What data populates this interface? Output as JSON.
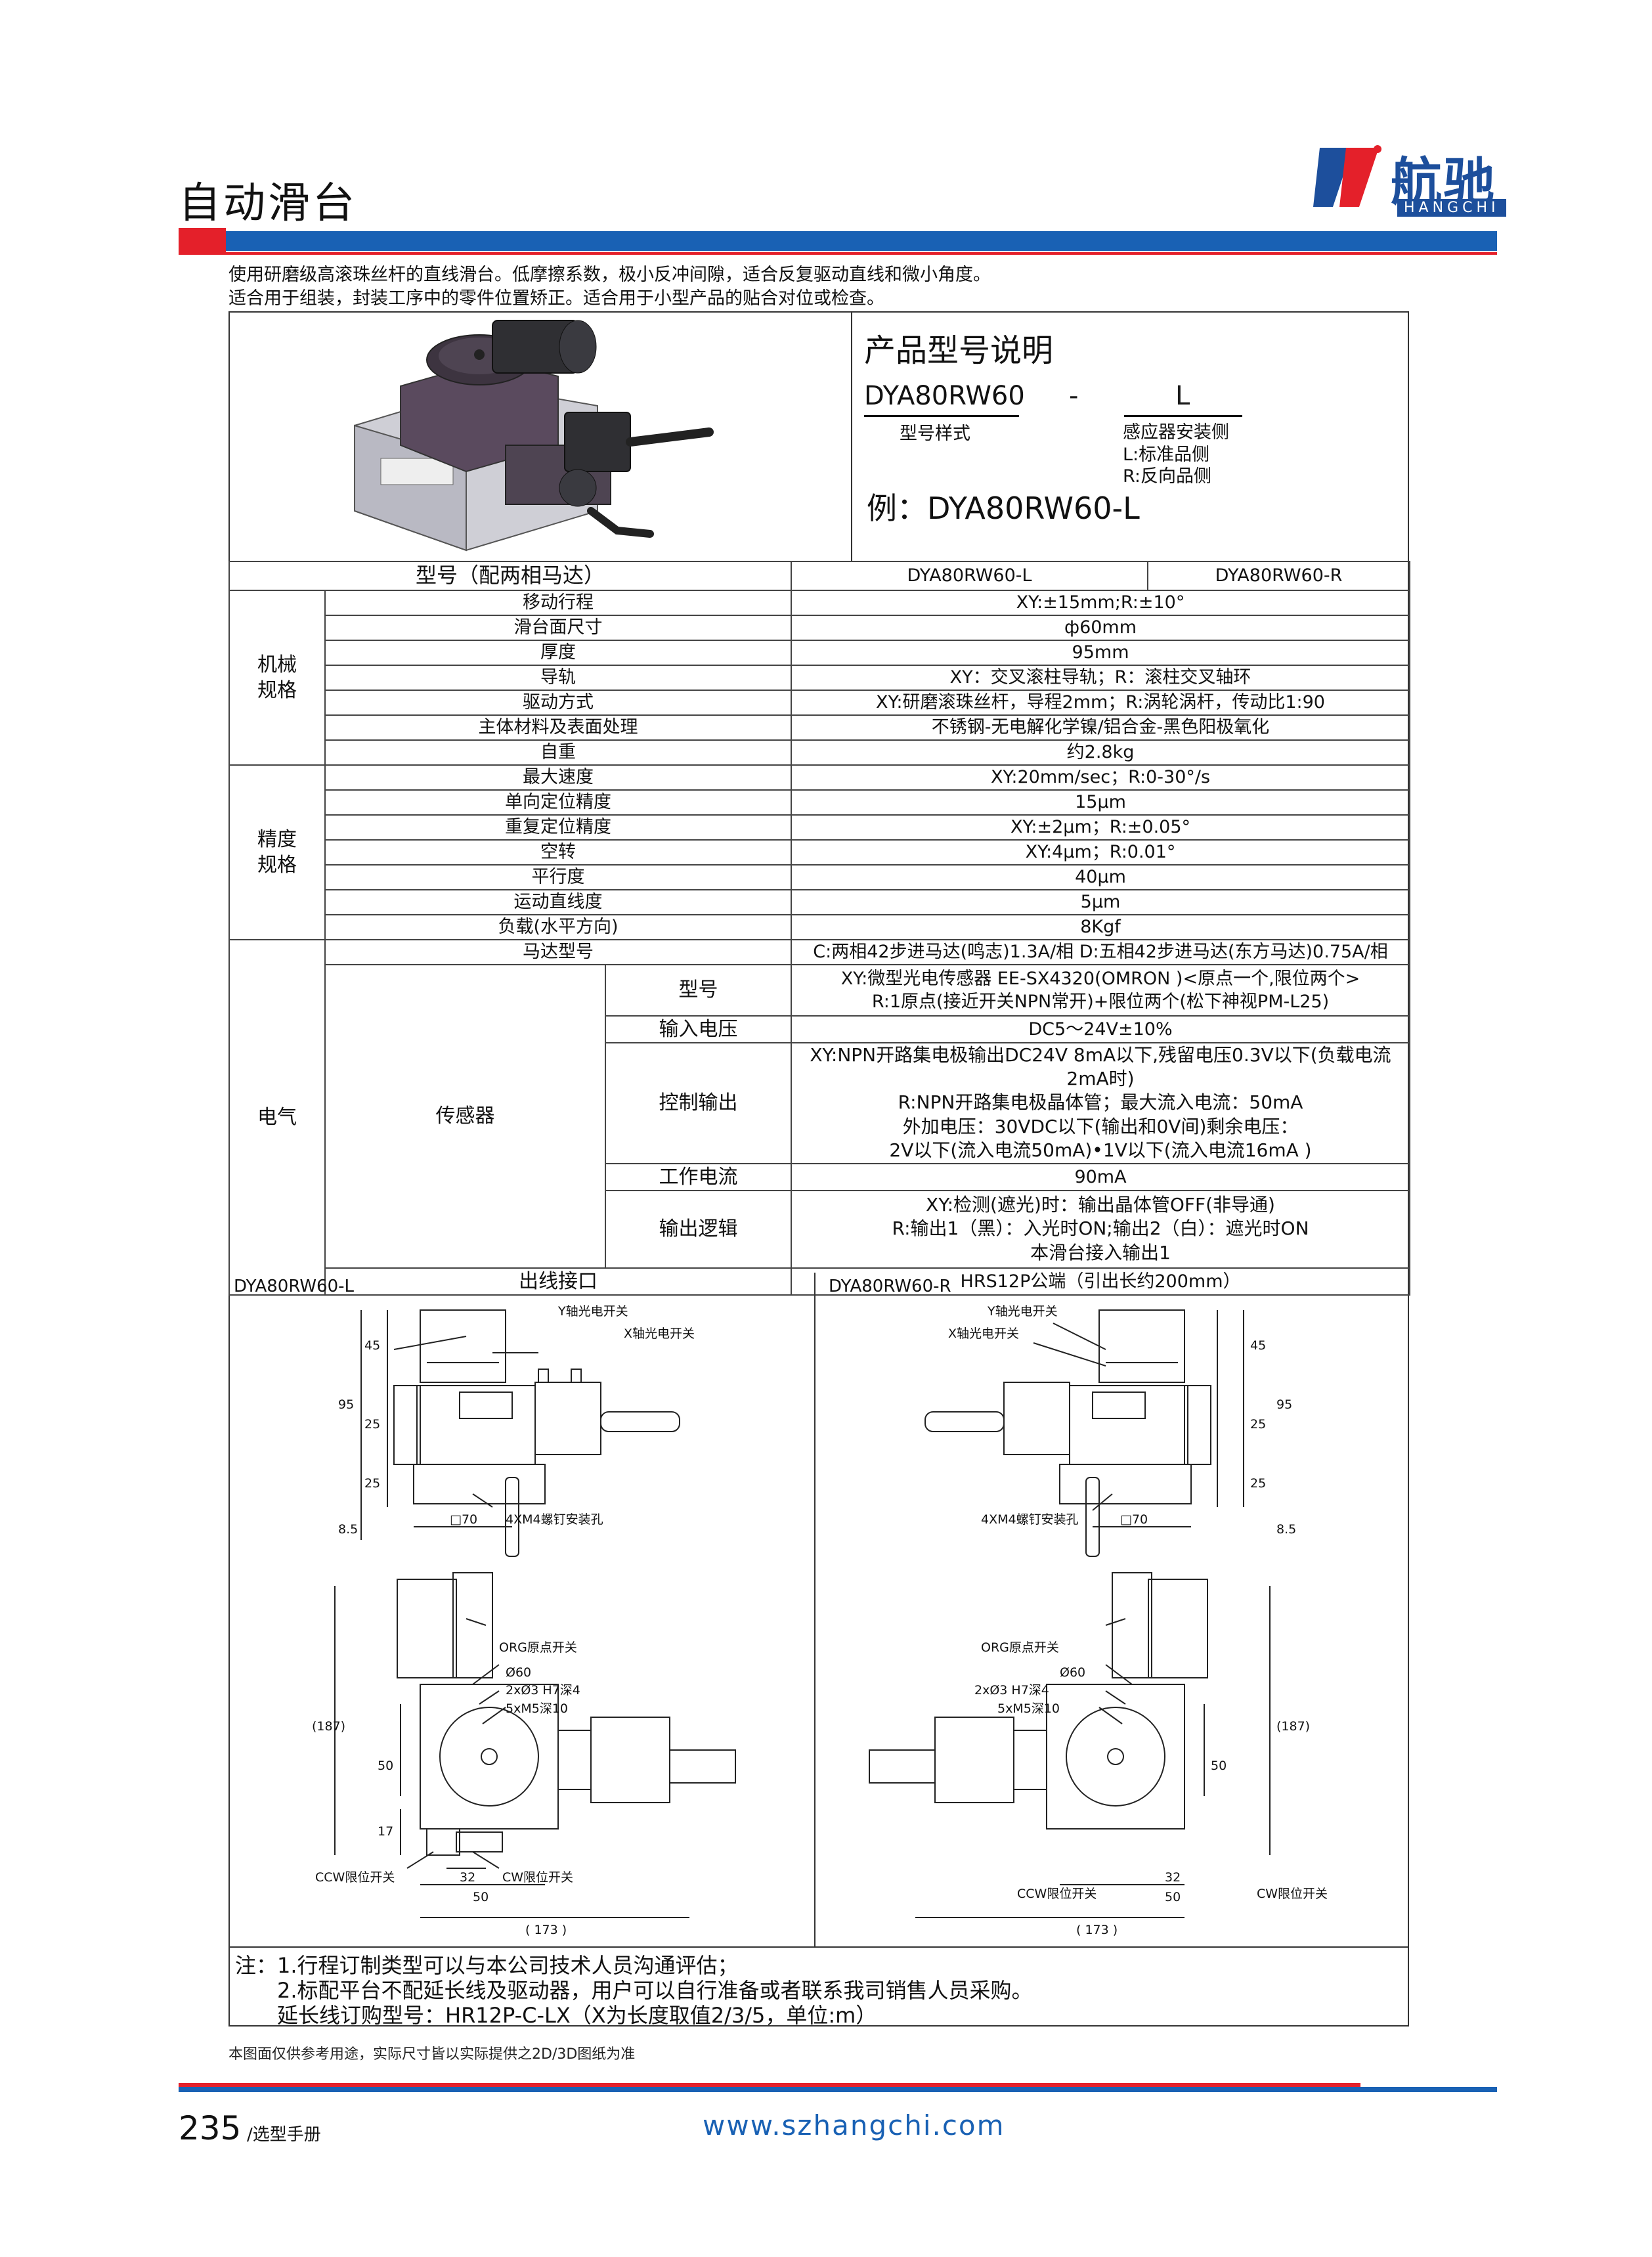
{
  "header": {
    "title": "自动滑台",
    "logo_text": "航驰",
    "logo_sub": "HANGCHI"
  },
  "intro": {
    "line1": "使用研磨级高滚珠丝杆的直线滑台。低摩擦系数，极小反冲间隙，适合反复驱动直线和微小角度。",
    "line2": "适合用于组装，封装工序中的零件位置矫正。适合用于小型产品的贴合对位或检查。"
  },
  "model_info": {
    "title": "产品型号说明",
    "code": "DYA80RW60",
    "dash": "-",
    "suffix": "L",
    "code_caption": "型号样式",
    "suffix_caption": "感应器安装侧",
    "option_l": "L:标准品侧",
    "option_r": "R:反向品侧",
    "example": "例：DYA80RW60-L"
  },
  "spec_table": {
    "header_label": "型号（配两相马达）",
    "col_l": "DYA80RW60-L",
    "col_r": "DYA80RW60-R",
    "mech_group": "机械\n规格",
    "mech_rows": [
      {
        "label": "移动行程",
        "value": "XY:±15mm;R:±10°"
      },
      {
        "label": "滑台面尺寸",
        "value": "ф60mm"
      },
      {
        "label": "厚度",
        "value": "95mm"
      },
      {
        "label": "导轨",
        "value": "XY：交叉滚柱导轨；R：滚柱交叉轴环"
      },
      {
        "label": "驱动方式",
        "value": "XY:研磨滚珠丝杆，导程2mm；R:涡轮涡杆，传动比1:90"
      },
      {
        "label": "主体材料及表面处理",
        "value": "不锈钢-无电解化学镍/铝合金-黑色阳极氧化"
      },
      {
        "label": "自重",
        "value": "约2.8kg"
      }
    ],
    "prec_group": "精度\n规格",
    "prec_rows": [
      {
        "label": "最大速度",
        "value": "XY:20mm/sec；R:0-30°/s"
      },
      {
        "label": "单向定位精度",
        "value": "15μm"
      },
      {
        "label": "重复定位精度",
        "value": "XY:±2μm；R:±0.05°"
      },
      {
        "label": "空转",
        "value": "XY:4μm；R:0.01°"
      },
      {
        "label": "平行度",
        "value": "40μm"
      },
      {
        "label": "运动直线度",
        "value": "5μm"
      },
      {
        "label": "负载(水平方向)",
        "value": "8Kgf"
      }
    ],
    "elec_group": "电气",
    "motor_label": "马达型号",
    "motor_value": "C:两相42步进马达(鸣志)1.3A/相 D:五相42步进马达(东方马达)0.75A/相",
    "sensor_group": "传感器",
    "sensor_rows": [
      {
        "label": "型号",
        "lines": [
          "XY:微型光电传感器  EE-SX4320(OMRON )<原点一个,限位两个>",
          "R:1原点(接近开关NPN常开)+限位两个(松下神视PM-L25)"
        ]
      },
      {
        "label": "输入电压",
        "lines": [
          "DC5～24V±10%"
        ]
      },
      {
        "label": "控制输出",
        "lines": [
          "XY:NPN开路集电极输出DC24V  8mA以下,残留电压0.3V以下(负载电流2mA时)",
          "R:NPN开路集电极晶体管；最大流入电流：50mA",
          "外加电压：30VDC以下(输出和0V间)剩余电压：",
          "2V以下(流入电流50mA)•1V以下(流入电流16mA )"
        ]
      },
      {
        "label": "工作电流",
        "lines": [
          "90mA"
        ]
      },
      {
        "label": "输出逻辑",
        "lines": [
          "XY:检测(遮光)时：输出晶体管OFF(非导通)",
          "R:输出1（黑）：入光时ON;输出2（白）：遮光时ON",
          "本滑台接入输出1"
        ]
      }
    ],
    "connector_label": "出线接口",
    "connector_value": "HRS12P公端（引出长约200mm）"
  },
  "drawings": {
    "left_title": "DYA80RW60-L",
    "right_title": "DYA80RW60-R",
    "y_switch": "Y轴光电开关",
    "x_switch": "X轴光电开关",
    "screw_holes": "4XM4螺钉安装孔",
    "org_switch": "ORG原点开关",
    "dia60": "Ø60",
    "pin_holes": "2xØ3 H7深4",
    "m5_holes": "5xM5深10",
    "ccw_switch": "CCW限位开关",
    "cw_switch": "CW限位开关",
    "dim_45": "45",
    "dim_95": "95",
    "dim_25a": "25",
    "dim_25b": "25",
    "dim_85": "8.5",
    "dim_70": "□70",
    "dim_187": "(187)",
    "dim_50v": "50",
    "dim_17": "17",
    "dim_32": "32",
    "dim_50h": "50",
    "dim_173": "( 173 )"
  },
  "notes": {
    "line1": "注：1.行程订制类型可以与本公司技术人员沟通评估；",
    "line2": "2.标配平台不配延长线及驱动器，用户可以自行准备或者联系我司销售人员采购。",
    "line3": "延长线订购型号：HR12P-C-LX（X为长度取值2/3/5，单位:m）"
  },
  "footer": {
    "disclaimer": "本图面仅供参考用途，实际尺寸皆以实际提供之2D/3D图纸为准",
    "page_number": "235",
    "page_label": "/选型手册",
    "website": "www.szhangchi.com"
  },
  "colors": {
    "brand_blue": "#1961b4",
    "brand_red": "#e4202a"
  }
}
